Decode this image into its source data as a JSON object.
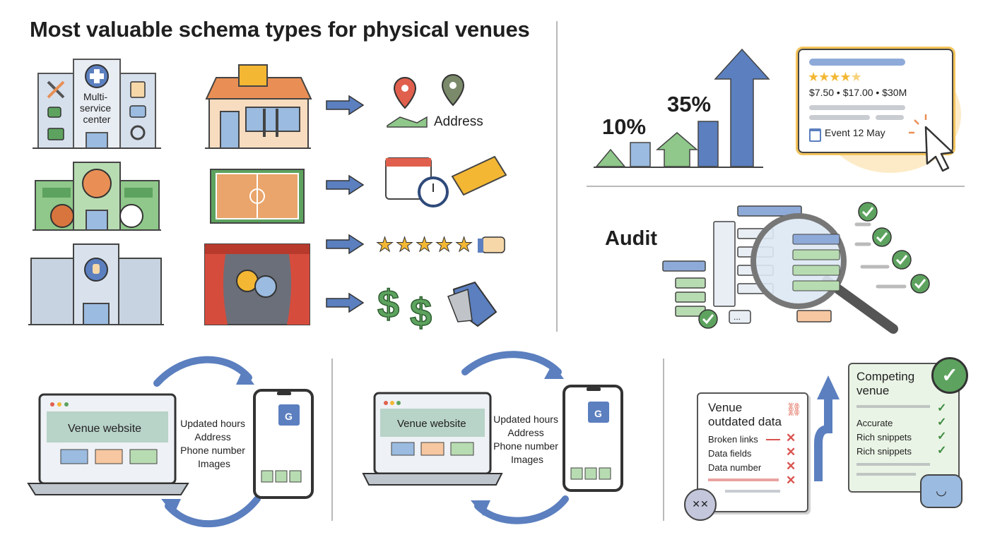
{
  "title": "Most valuable schema types for physical venues",
  "venues": {
    "multi_service_label": [
      "Multi-",
      "service",
      "center"
    ]
  },
  "schema_outputs": {
    "address_label": "Address"
  },
  "ratings": {
    "star_count": 5
  },
  "growth": {
    "before_value": "10%",
    "after_value": "35%"
  },
  "rich_result": {
    "rating": 4.5,
    "prices": "$7.50 • $17.00 • $30M",
    "event": "Event 12 May"
  },
  "audit": {
    "label": "Audit",
    "ellipsis": "..."
  },
  "sync_left": {
    "site_label": "Venue website",
    "fields": [
      "Updated hours",
      "Address",
      "Phone number",
      "Images"
    ],
    "maps_badge": "G"
  },
  "sync_middle": {
    "site_label": "Venue website",
    "fields": [
      "Updated hours",
      "Address",
      "Phone number",
      "Images"
    ],
    "maps_badge": "G"
  },
  "comparison": {
    "outdated": {
      "title": [
        "Venue",
        "outdated data"
      ],
      "items": [
        "Broken links",
        "Data fields",
        "Data number"
      ]
    },
    "competing": {
      "title": [
        "Competing",
        "venue"
      ],
      "items": [
        "Accurate",
        "Rich snippets",
        "Rich snippets"
      ]
    }
  },
  "colors": {
    "blue": "#5b7fbf",
    "green": "#5da35f",
    "orange": "#e98f55",
    "red": "#d9534f",
    "yellow": "#f3b733",
    "light_blue": "#9bbbe0",
    "light_green": "#b8dcb2"
  }
}
